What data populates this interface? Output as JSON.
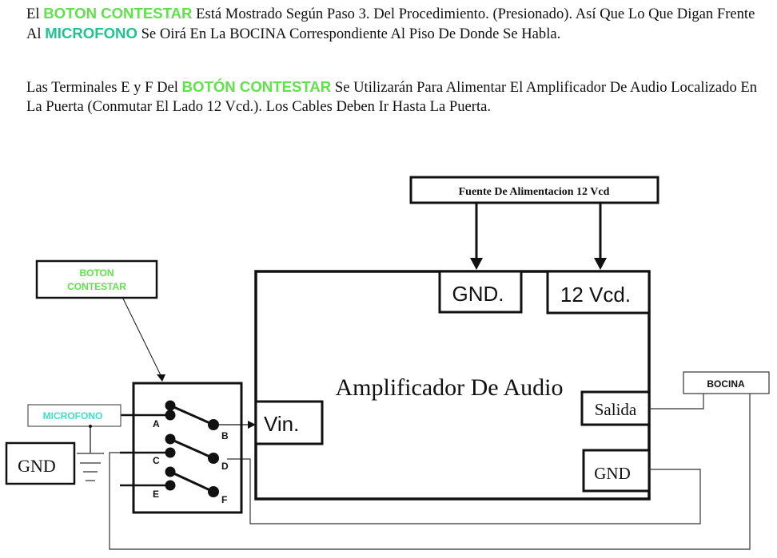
{
  "paragraph1": {
    "t1": "El ",
    "h1": "BOTON CONTESTAR",
    "t2": " Está Mostrado Según Paso 3. Del Procedimiento. (Presionado). Así Que Lo Que Digan Frente Al ",
    "h2": "MICROFONO",
    "t3": " Se Oirá En La BOCINA Correspondiente Al Piso De Donde Se Habla."
  },
  "paragraph2": {
    "t1": "Las Terminales E y F Del ",
    "h1": "BOTÓN CONTESTAR",
    "t2": " Se Utilizarán Para Alimentar El Amplificador De Audio Localizado En La Puerta (Conmutar El Lado 12 Vcd.). Los Cables Deben Ir Hasta La Puerta."
  },
  "diagram": {
    "power_supply_label": "Fuente De Alimentacion 12 Vcd",
    "boton_label_line1": "BOTON",
    "boton_label_line2": "CONTESTAR",
    "microfono_label": "MICROFONO",
    "gnd_left_label": "GND",
    "amplifier_title": "Amplificador De Audio",
    "amp_gnd_top": "GND.",
    "amp_12v": "12 Vcd.",
    "amp_vin": "Vin.",
    "amp_salida": "Salida",
    "amp_gnd_bottom": "GND",
    "bocina_label": "BOCINA",
    "terminals": {
      "a": "A",
      "b": "B",
      "c": "C",
      "d": "D",
      "e": "E",
      "f": "F"
    },
    "colors": {
      "boton": "#5fe24a",
      "microfono": "#3fe0c8",
      "line": "#111111"
    }
  }
}
